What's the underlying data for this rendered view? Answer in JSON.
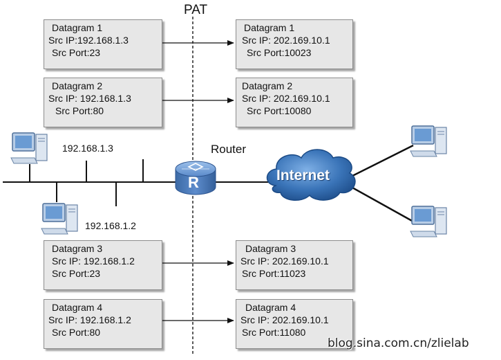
{
  "pat_label": "PAT",
  "router_label": "Router",
  "router_symbol": "R",
  "internet_label": "Internet",
  "hosts": {
    "host_top_ip": "192.168.1.3",
    "host_bottom_ip": "192.168.1.2"
  },
  "datagrams": [
    {
      "inside": {
        "title": "Datagram 1",
        "src_ip": "Src IP:192.168.1.3",
        "src_port": "Src Port:23"
      },
      "outside": {
        "title": "Datagram 1",
        "src_ip": "Src IP: 202.169.10.1",
        "src_port": "Src Port:10023"
      }
    },
    {
      "inside": {
        "title": "Datagram 2",
        "src_ip": "Src IP: 192.168.1.3",
        "src_port": "Src Port:80"
      },
      "outside": {
        "title": "Datagram 2",
        "src_ip": "Src IP: 202.169.10.1",
        "src_port": "Src Port:10080"
      }
    },
    {
      "inside": {
        "title": "Datagram 3",
        "src_ip": "Src IP: 192.168.1.2",
        "src_port": "Src Port:23"
      },
      "outside": {
        "title": "Datagram 3",
        "src_ip": "Src IP: 202.169.10.1",
        "src_port": "Src Port:11023"
      }
    },
    {
      "inside": {
        "title": "Datagram 4",
        "src_ip": "Src IP: 192.168.1.2",
        "src_port": "Src Port:80"
      },
      "outside": {
        "title": "Datagram 4",
        "src_ip": "Src IP: 202.169.10.1",
        "src_port": "Src Port:11080"
      }
    }
  ],
  "watermark": "blog.sina.com.cn/zlielab",
  "colors": {
    "box_fill": "#e7e7e7",
    "router_blue": "#4a7ab8",
    "cloud_blue": "#2e66a8",
    "line": "#111111"
  }
}
